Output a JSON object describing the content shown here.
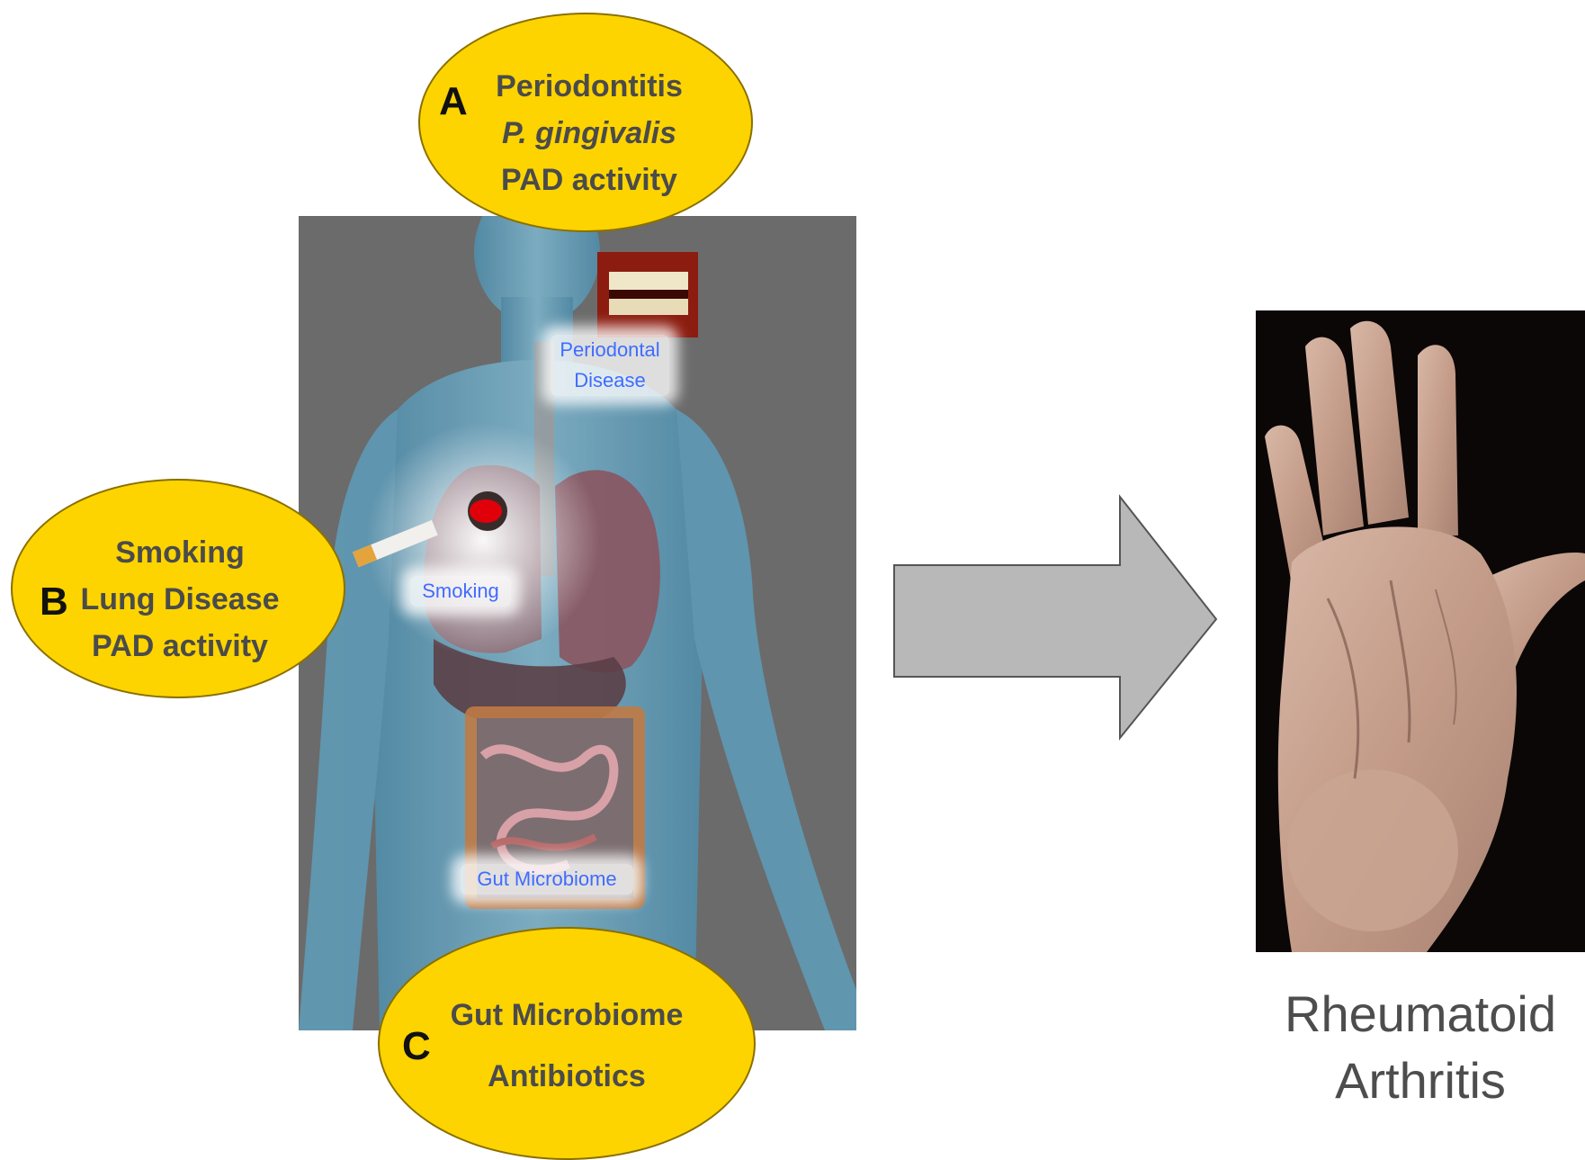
{
  "factor_a": {
    "letter": "A",
    "lines": [
      "Periodontitis",
      "P. gingivalis",
      "PAD activity"
    ]
  },
  "factor_b": {
    "letter": "B",
    "lines": [
      "Smoking",
      "Lung Disease",
      "PAD activity"
    ]
  },
  "factor_c": {
    "letter": "C",
    "lines": [
      "Gut Microbiome",
      "Antibiotics"
    ]
  },
  "body_labels": {
    "periodontal": [
      "Periodontal",
      "Disease"
    ],
    "smoking": "Smoking",
    "gut": "Gut Microbiome"
  },
  "outcome": {
    "lines": [
      "Rheumatoid",
      "Arthritis"
    ]
  },
  "colors": {
    "ellipse_fill": "#fdd400",
    "panel_bg": "#6b6b6b",
    "arrow_fill": "#b8b8b8",
    "inset_label": "#3f6cff"
  }
}
